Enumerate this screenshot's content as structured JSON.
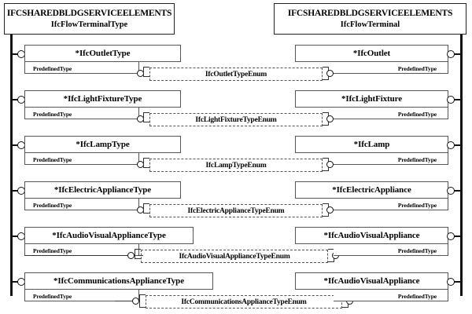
{
  "diagram": {
    "title": "IFC EXPRESS-G diagram: Flow Terminal types and occurrences",
    "notation": "EXPRESS-G",
    "schema_left": {
      "schema": "IFCSHAREDBLDGSERVICEELEMENTS",
      "entity": "IfcFlowTerminalType"
    },
    "schema_right": {
      "schema": "IFCSHAREDBLDGSERVICEELEMENTS",
      "entity": "IfcFlowTerminal"
    },
    "attribute_label": "PredefinedType",
    "rows": [
      {
        "left_entity": "*IfcOutletType",
        "left_attribute": "PredefinedType",
        "enum": "IfcOutletTypeEnum",
        "right_entity": "*IfcOutlet",
        "right_attribute": "PredefinedType"
      },
      {
        "left_entity": "*IfcLightFixtureType",
        "left_attribute": "PredefinedType",
        "enum": "IfcLightFixtureTypeEnum",
        "right_entity": "*IfcLightFixture",
        "right_attribute": "PredefinedType"
      },
      {
        "left_entity": "*IfcLampType",
        "left_attribute": "PredefinedType",
        "enum": "IfcLampTypeEnum",
        "right_entity": "*IfcLamp",
        "right_attribute": "PredefinedType"
      },
      {
        "left_entity": "*IfcElectricApplianceType",
        "left_attribute": "PredefinedType",
        "enum": "IfcElectricApplianceTypeEnum",
        "right_entity": "*IfcElectricAppliance",
        "right_attribute": "PredefinedType"
      },
      {
        "left_entity": "*IfcAudioVisualApplianceType",
        "left_attribute": "PredefinedType",
        "enum": "IfcAudioVisualApplianceTypeEnum",
        "right_entity": "*IfcAudioVisualAppliance",
        "right_attribute": "PredefinedType"
      },
      {
        "left_entity": "*IfcCommunicationsApplianceType",
        "left_attribute": "PredefinedType",
        "enum": "IfcCommunicationsApplianceTypeEnum",
        "right_entity": "*IfcAudioVisualAppliance",
        "right_attribute": "PredefinedType"
      }
    ],
    "colors": {
      "line": "#222222",
      "box_border": "#555555",
      "background": "#ffffff",
      "text": "#000000"
    }
  }
}
